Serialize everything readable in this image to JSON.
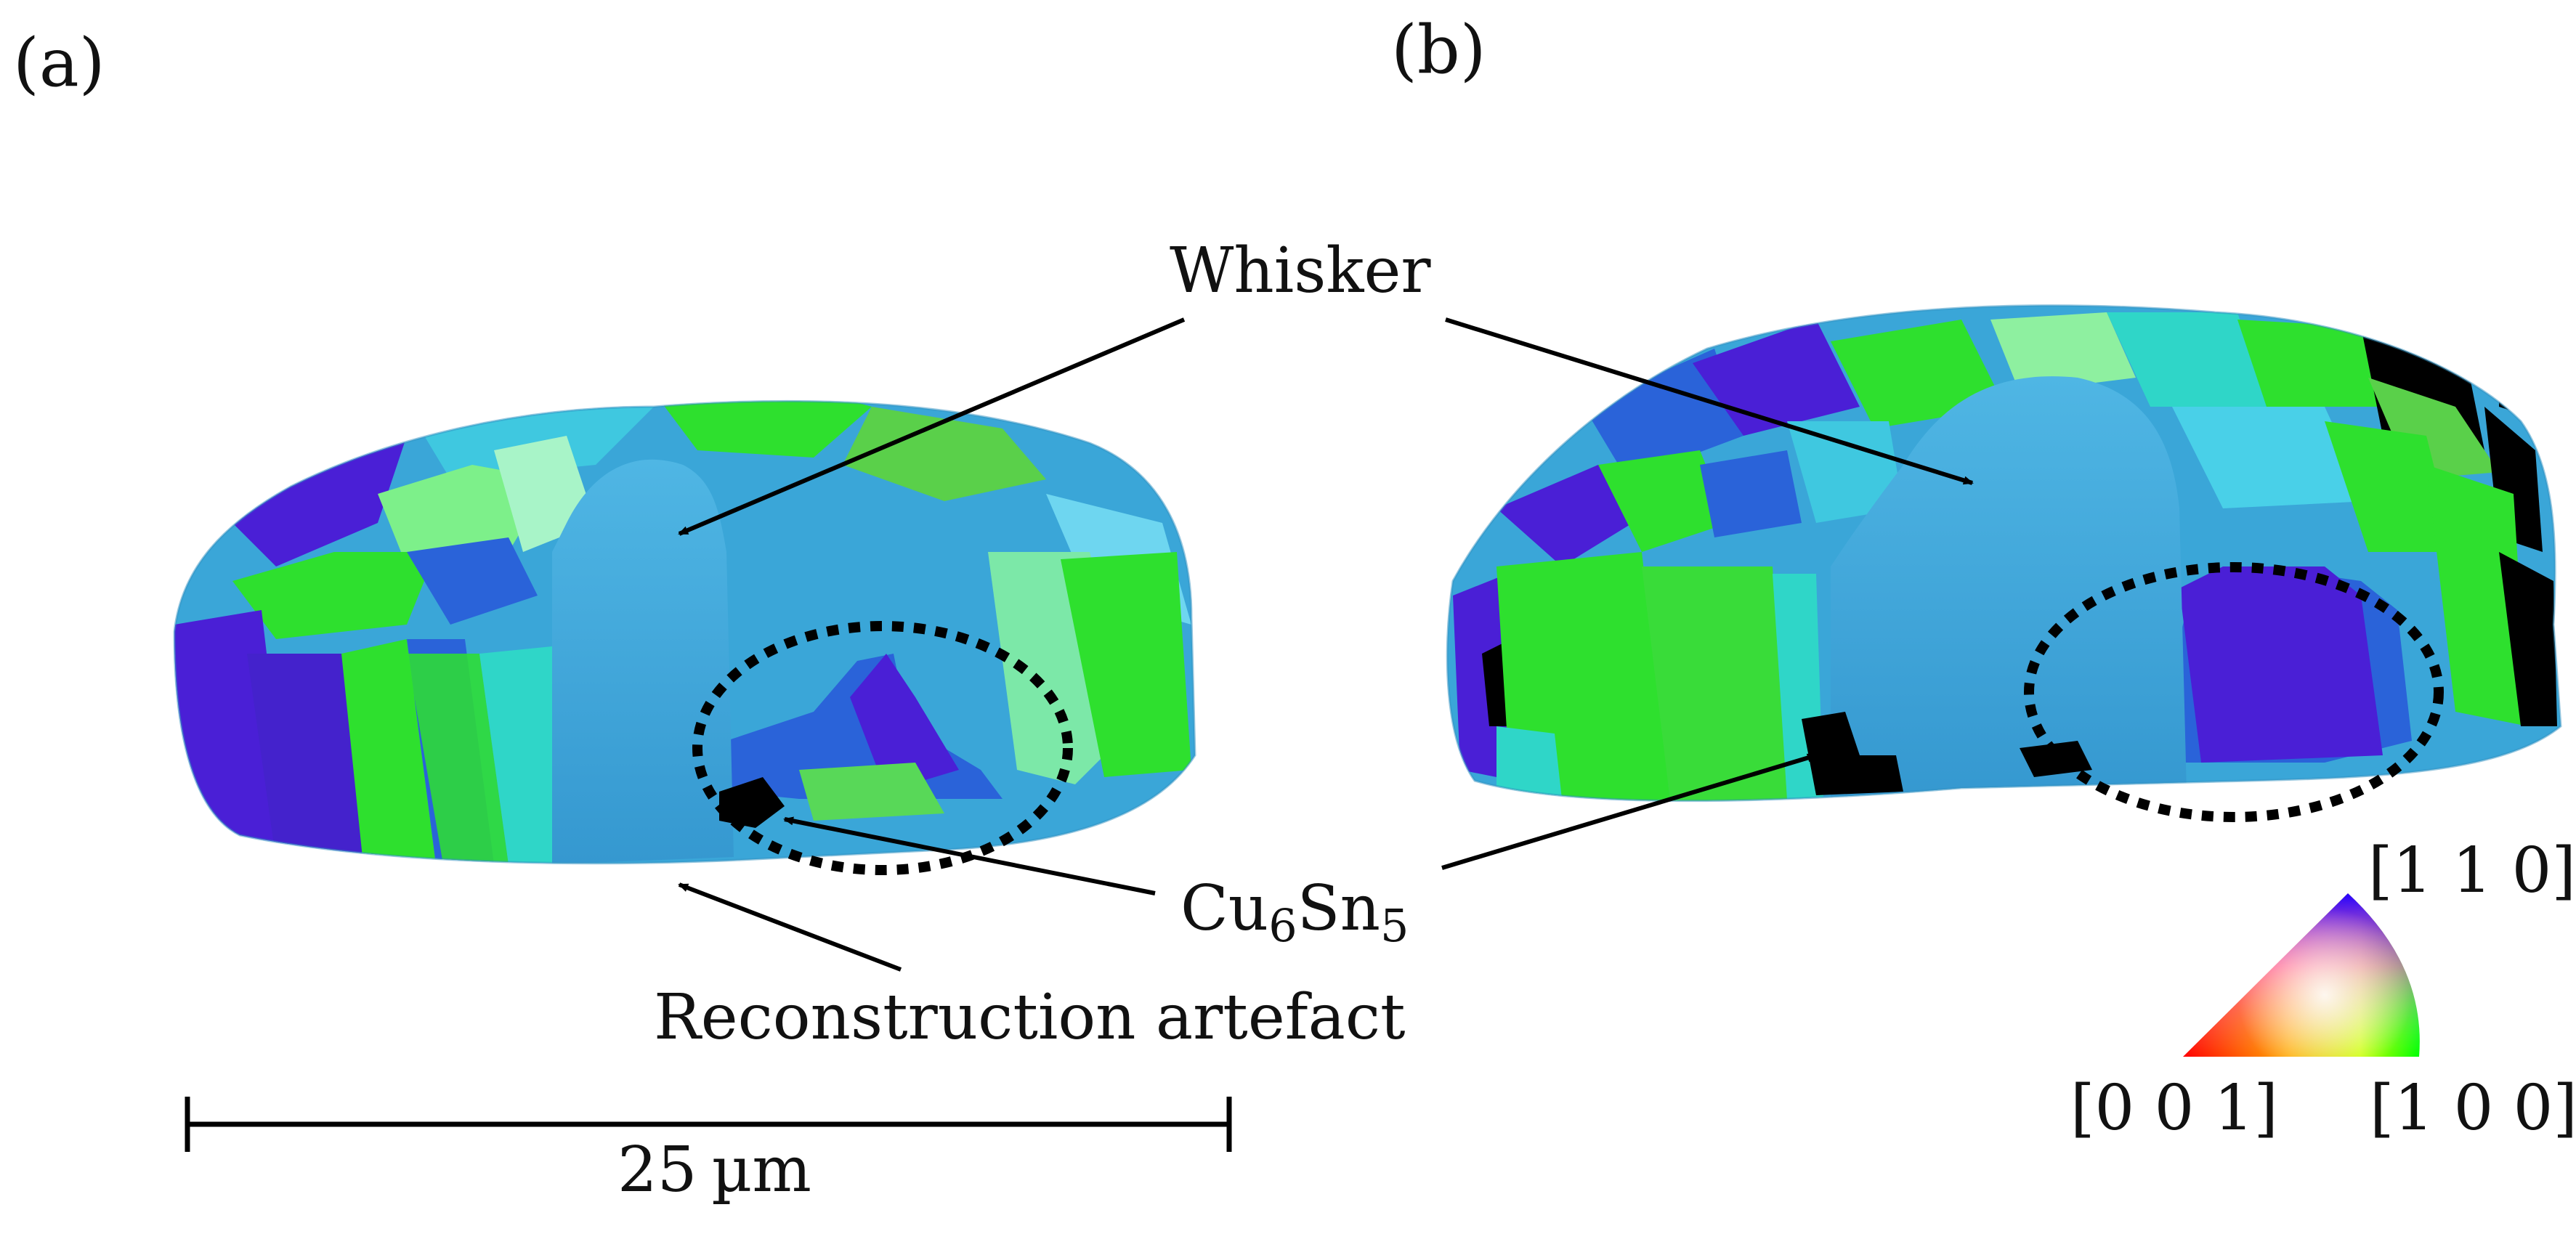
{
  "panels": [
    {
      "label": "(a)"
    },
    {
      "label": "(b)"
    }
  ],
  "annotations": {
    "whisker": "Whisker",
    "cu6sn5_main": "Cu",
    "cu6sn5_sub1": "6",
    "cu6sn5_mid": "Sn",
    "cu6sn5_sub2": "5",
    "reconstruction": "Reconstruction artefact"
  },
  "scale_bar": {
    "value": "25",
    "unit": "µm"
  },
  "ipf_key": {
    "corner_top": "[1 1 0]",
    "corner_left": "[0 0 1]",
    "corner_right": "[1 0 0]",
    "colors": {
      "c001": "#ff0000",
      "c100": "#00ff00",
      "c110": "#2200ff",
      "center": "#ffffff"
    }
  },
  "colors": {
    "whisker_blue": "#3aa6d8",
    "grain_green": "#2ee02e",
    "grain_violet": "#4a1fd6",
    "grain_cyan": "#2fd6c8",
    "grain_blue": "#2a63d9",
    "intermetallic": "#000000",
    "ellipse": "#000000"
  }
}
